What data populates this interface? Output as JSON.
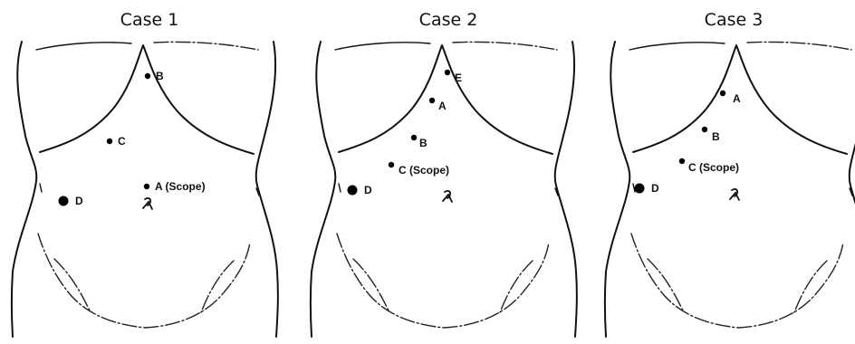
{
  "figure": {
    "panels": [
      {
        "title": "Case 1",
        "ports": [
          {
            "label": "B",
            "size": "small"
          },
          {
            "label": "C",
            "size": "small"
          },
          {
            "label": "A (Scope)",
            "size": "small"
          },
          {
            "label": "D",
            "size": "large"
          }
        ]
      },
      {
        "title": "Case 2",
        "ports": [
          {
            "label": "E",
            "size": "small"
          },
          {
            "label": "A",
            "size": "small"
          },
          {
            "label": "B",
            "size": "small"
          },
          {
            "label": "C (Scope)",
            "size": "small"
          },
          {
            "label": "D",
            "size": "large"
          }
        ]
      },
      {
        "title": "Case 3",
        "ports": [
          {
            "label": "A",
            "size": "small"
          },
          {
            "label": "B",
            "size": "small"
          },
          {
            "label": "C (Scope)",
            "size": "small"
          },
          {
            "label": "D",
            "size": "large"
          }
        ]
      }
    ]
  }
}
